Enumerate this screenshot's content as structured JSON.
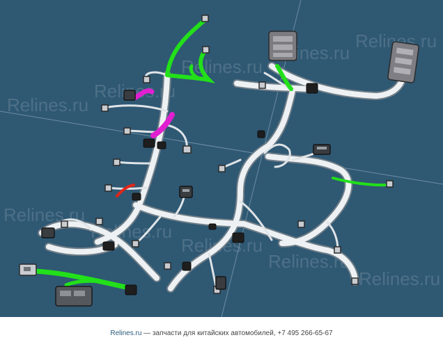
{
  "watermark": {
    "text": "Relines.ru"
  },
  "footer": {
    "site": "Relines.ru",
    "separator": " — ",
    "tagline": "запчасти для китайских автомобилей, +7 495 266-65-67"
  },
  "colors": {
    "background": "#2f5873",
    "harness": "#e9edef",
    "highlight_green": "#22e01a",
    "highlight_magenta": "#e020d0",
    "highlight_red": "#e0261a",
    "connector": "#2a2a2a"
  }
}
